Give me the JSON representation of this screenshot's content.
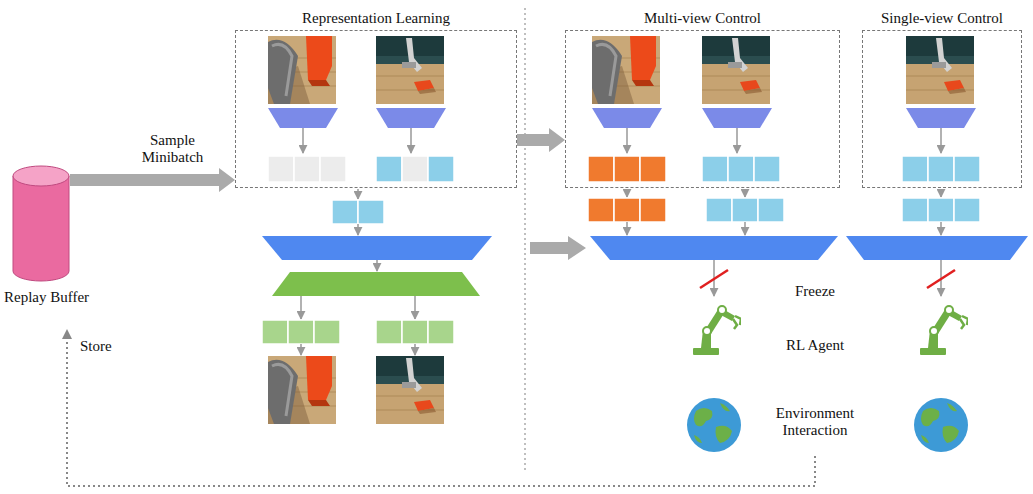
{
  "diagram": {
    "nodes": [
      {
        "text": [
          "Replay Buffer"
        ]
      },
      {
        "text": [
          "Representation Learning"
        ]
      },
      {
        "text": [
          "Multi-view Control"
        ]
      },
      {
        "text": [
          "Single-view Control"
        ]
      }
    ],
    "edges": [
      {
        "from": 0,
        "to": 1,
        "arrow": "to",
        "label": "Sample Minibatch"
      },
      {
        "from": 1,
        "to": 2,
        "arrow": "to"
      }
    ],
    "labels": [
      "Store",
      "Freeze",
      "RL Agent",
      "Environment Interaction"
    ]
  }
}
